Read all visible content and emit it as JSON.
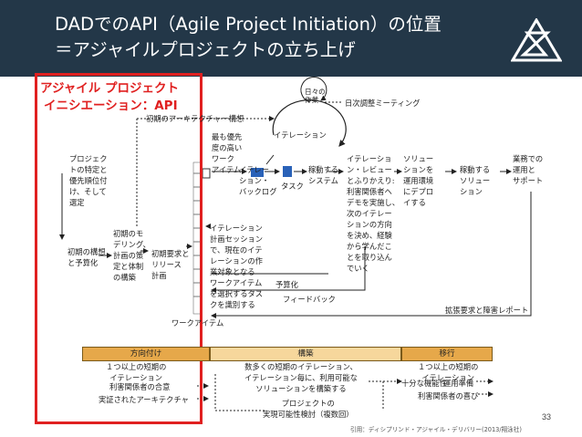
{
  "header": {
    "title_line_1": "DADでのAPI（Agile Project Initiation）の位置",
    "title_line_2": "＝アジャイルプロジェクトの立ち上げ"
  },
  "highlight": {
    "label_line_1": "アジャイル プロジェクト",
    "label_line_2": "イニシエーション：API"
  },
  "diagram": {
    "daily_work": "日々の\n作業",
    "daily_meeting": "日次調整ミーティング",
    "initial_architecture": "初期のアーキテクチャー構想",
    "iteration": "イテレーション",
    "high_priority_items": "最も優先\n度の高い\nワーク\nアイテム",
    "project_identification": "プロジェク\nトの特定と\n優先順位付\nけ、そして\n選定",
    "initial_vision": "初期の構想\nと予算化",
    "initial_modeling": "初期のモ\nデリング、\n計画の策\n定と体制\nの構築",
    "initial_requirements": "初期要求と\nリリース\n計画",
    "iteration_backlog": "イテレー\nション・\nバックログ",
    "tasks": "タスク",
    "working_system": "稼動する\nシステム",
    "iteration_review": "イテレーショ\nン・レビュー\nとふりかえり:\n利害関係者へ\nデモを実施し、\n次のイテレー\nションの方向\nを決め、経験\nから学んだこ\nとを取り込ん\nでいく",
    "release_solution": "ソリュー\nションを\n運用環境\nにデプロ\nイする",
    "working_solution": "稼動する\nソリュー\nション",
    "business_improvement": "業務での\n運用と\nサポート",
    "iteration_planning": "イテレーション\n計画セッション\nで、現在のイテ\nレーションの作\n業対象となる\nワークアイテム\nを選択するタス\nクを識別する",
    "funding": "予算化",
    "feedback": "フィードバック",
    "enhancement_requests": "拡張要求と障害レポート",
    "work_items": "ワークアイテム"
  },
  "phases": {
    "inception": "方向付け",
    "construction": "構築",
    "transition": "移行"
  },
  "milestones": {
    "inception_iteration": "１つ以上の短期の\nイテレーション",
    "stakeholder_consensus": "利害関係者の合意",
    "proven_architecture": "実証されたアーキテクチャ",
    "construction_iterations": "数多くの短期のイテレーション、\nイテレーション毎に、利用可能な\nソリューションを構築する",
    "project_viability": "プロジェクトの\n実現可能性検討（複数回）",
    "transition_iteration": "１つ以上の短期の\nイテレーション",
    "sufficient_functionality": "十分な機能性",
    "production_ready": "運用準備",
    "stakeholder_delight": "利害関係者の喜び"
  },
  "footer": {
    "page_number": "33",
    "source": "引用：ディシプリンド・アジャイル・デリバリー(2013/翔泳社)"
  },
  "colors": {
    "header_bg": "#233748",
    "highlight": "#e02020",
    "phase_inception": "#e6a84a",
    "phase_construction": "#f6d79c",
    "phase_transition": "#e6a84a",
    "stack_blue": "#2a62b8"
  }
}
